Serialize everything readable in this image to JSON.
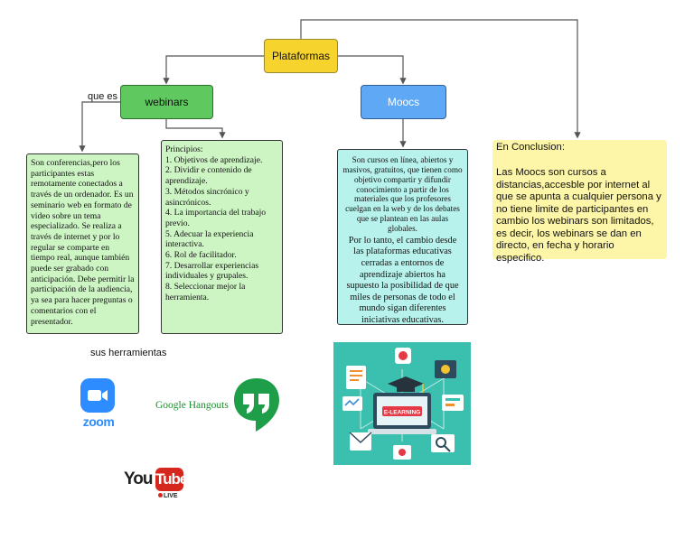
{
  "nodes": {
    "plataformas": "Plataformas",
    "webinars": "webinars",
    "moocs": "Moocs",
    "que_es": "que es"
  },
  "webinars_definition": "Son conferencias,pero los participantes estas remotamente conectados a través de un ordenador. Es un seminario web en formato de video sobre un tema especializado. Se realiza a través de internet y por lo regular se comparte en tiempo real, aunque también puede ser grabado con anticipación. Debe permitir la participación de la audiencia, ya sea para hacer preguntas o comentarios con el presentador.",
  "principios": {
    "title": "Principios:",
    "items": [
      "1. Objetivos de aprendizaje.",
      "2. Dividir e contenido de aprendizaje.",
      "3. Métodos sincrónico y asincrónicos.",
      "4. La importancia del trabajo previo.",
      "5. Adecuar la experiencia interactiva.",
      "6. Rol de facilitador.",
      "7. Desarrollar experiencias individuales y grupales.",
      "8. Seleccionar mejor la herramienta."
    ]
  },
  "moocs_text": {
    "p1": "Son cursos en línea, abiertos y masivos, gratuitos, que tienen como objetivo compartir y difundir conocimiento a partir de los materiales que los profesores cuelgan en la web y de los debates que se plantean en las aulas globales.",
    "p2": "Por lo tanto, el cambio desde las plataformas educativas cerradas a entornos de aprendizaje abiertos ha supuesto la posibilidad de que miles de personas de todo el mundo sigan diferentes iniciativas educativas."
  },
  "conclusion": {
    "title": "En Conclusion:",
    "text": "Las Moocs son cursos a distancias,accesble por internet al que se apunta a cualquier persona y no tiene limite de participantes en cambio los webinars son limitados, es decir, los webinars se dan en directo, en fecha y horario especifico."
  },
  "herramientas_label": "sus herramientas",
  "logos": {
    "zoom": "zoom",
    "google_hangouts": "Google Hangouts",
    "youtube_you": "You",
    "youtube_tube": "Tube",
    "youtube_live": "LIVE"
  },
  "elearning_label": "E-LEARNING",
  "colors": {
    "plataformas": "#f7d42d",
    "webinars": "#5fc95f",
    "moocs": "#5ea8f5",
    "green_box": "#cdf5c4",
    "cyan_box": "#b8f2ec",
    "conclusion_box": "#fdf5a7",
    "connector": "#555555"
  }
}
